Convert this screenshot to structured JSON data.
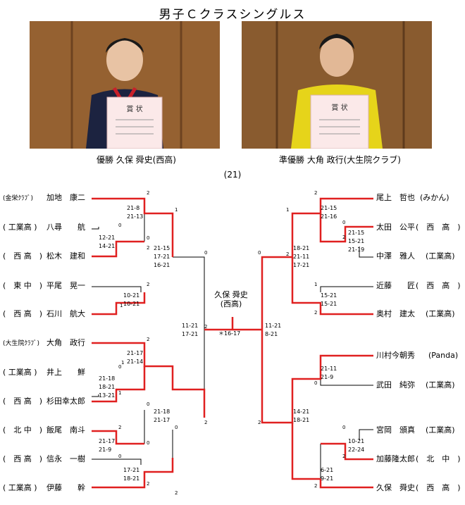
{
  "title": "男子Ｃクラスシングルス",
  "photos": {
    "winner": {
      "caption": "優勝 久保 舜史(西高)",
      "certificate": "賞 状"
    },
    "runner_up": {
      "caption": "準優勝 大角 政行(大生院クラブ)",
      "certificate": "賞 状"
    }
  },
  "draw_number": "(21)",
  "champion": {
    "name": "久保 舜史",
    "team": "(西高)"
  },
  "final": {
    "note": "＊16-17",
    "left_sets": [
      "11-21",
      "17-21"
    ],
    "right_sets": [
      "11-21",
      "8-21"
    ]
  },
  "left_players": [
    {
      "team": "(金栄ｸﾗﾌﾞ)",
      "name": "加地　康二"
    },
    {
      "team": "( 工業高 )",
      "name": "八尋　　航"
    },
    {
      "team": "(　西 高　)",
      "name": "松木　建和"
    },
    {
      "team": "(　東 中　)",
      "name": "平尾　晃一"
    },
    {
      "team": "(　西 高　)",
      "name": "石川　航大"
    },
    {
      "team": "(大生院ｸﾗﾌﾞ)",
      "name": "大角　政行"
    },
    {
      "team": "( 工業高 )",
      "name": "井上　　鮮"
    },
    {
      "team": "(　西 高　)",
      "name": "杉田幸太郎"
    },
    {
      "team": "(　北 中　)",
      "name": "飯尾　南斗"
    },
    {
      "team": "(　西 高　)",
      "name": "信永　一樹"
    },
    {
      "team": "( 工業高 )",
      "name": "伊藤　　幹"
    }
  ],
  "right_players": [
    {
      "name": "尾上　哲也",
      "team": "(みかん)"
    },
    {
      "name": "太田　公平",
      "team": "(　西　高　)"
    },
    {
      "name": "中澤　雅人",
      "team": "(工業高)"
    },
    {
      "name": "近藤　　匠",
      "team": "(　西　高　)"
    },
    {
      "name": "奥村　建太",
      "team": "(工業高)"
    },
    {
      "name": "川村今朝秀",
      "team": "(Panda)"
    },
    {
      "name": "武田　純弥",
      "team": "(工業高)"
    },
    {
      "name": "宮岡　頒真",
      "team": "(工業高)"
    },
    {
      "name": "加藤隆太郎",
      "team": "(　北　中　)"
    },
    {
      "name": "久保　舜史",
      "team": "(　西　高　)"
    }
  ],
  "left_scores": {
    "r1_top": [
      "21-8",
      "21-13"
    ],
    "r1_b": [
      "12-21",
      "14-21"
    ],
    "r2_a": [
      "21-15",
      "17-21",
      "16-21"
    ],
    "r1_c": [
      "10-21",
      "10-21"
    ],
    "r1_d": [
      "21-17",
      "21-14"
    ],
    "r1_e": [
      "21-18",
      "18-21",
      "13-21"
    ],
    "r2_b": [
      "21-18",
      "21-17"
    ],
    "r1_f": [
      "21-17",
      "21-9"
    ],
    "r1_g": [
      "17-21",
      "18-21"
    ]
  },
  "right_scores": {
    "r1_a": [
      "21-15",
      "21-16"
    ],
    "r1_b": [
      "21-15",
      "15-21",
      "21-19"
    ],
    "r2_a": [
      "18-21",
      "21-11",
      "17-21"
    ],
    "r1_c": [
      "15-21",
      "15-21"
    ],
    "r1_d": [
      "21-11",
      "21-9"
    ],
    "r2_b": [
      "14-21",
      "18-21"
    ],
    "r1_e": [
      "10-21",
      "22-24"
    ],
    "r1_f": [
      "6-21",
      "9-21"
    ]
  },
  "set_marks": {
    "left": [
      "2",
      "1",
      "0",
      "2",
      "0",
      "0",
      "1",
      "2",
      "0",
      "2",
      "1",
      "0",
      "1",
      "2",
      "2",
      "0",
      "2",
      "0",
      "2",
      "0",
      "2"
    ],
    "right": [
      "2",
      "1",
      "0",
      "2",
      "0",
      "2",
      "1",
      "2",
      "0",
      "2",
      "2",
      "0",
      "2"
    ]
  }
}
